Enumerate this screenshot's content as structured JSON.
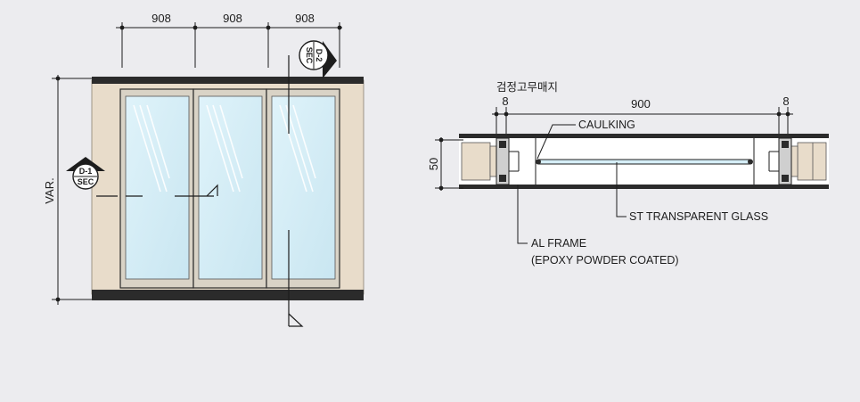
{
  "elevation": {
    "dims_top": [
      "908",
      "908",
      "908"
    ],
    "height_label": "VAR.",
    "tag_d1": {
      "line1": "D-1",
      "line2": "SEC"
    },
    "tag_d2": {
      "line1": "D-2",
      "line2": "SEC"
    }
  },
  "section": {
    "gasket_note": "검정고무매지",
    "dims": {
      "left": "8",
      "center": "900",
      "right": "8",
      "height": "50"
    },
    "labels": {
      "caulking": "CAULKING",
      "glass": "ST TRANSPARENT GLASS",
      "frame_line1": "AL FRAME",
      "frame_line2": "(EPOXY POWDER COATED)"
    }
  },
  "colors": {
    "background": "#ececef",
    "wall": "#e8dcca",
    "glass": "#d6eef7",
    "frame": "#2b2b2b",
    "line": "#1d1d1d"
  }
}
